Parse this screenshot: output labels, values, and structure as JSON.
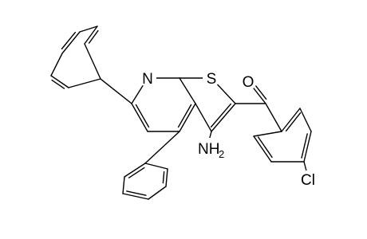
{
  "structure": {
    "atom_labels": {
      "nitrogen": "N",
      "sulfur": "S",
      "oxygen": "O",
      "chlorine": "Cl",
      "amino_main": "NH",
      "amino_sub": "2"
    },
    "colors": {
      "bond": "#000000",
      "label": "#000000",
      "background": "#ffffff"
    }
  }
}
